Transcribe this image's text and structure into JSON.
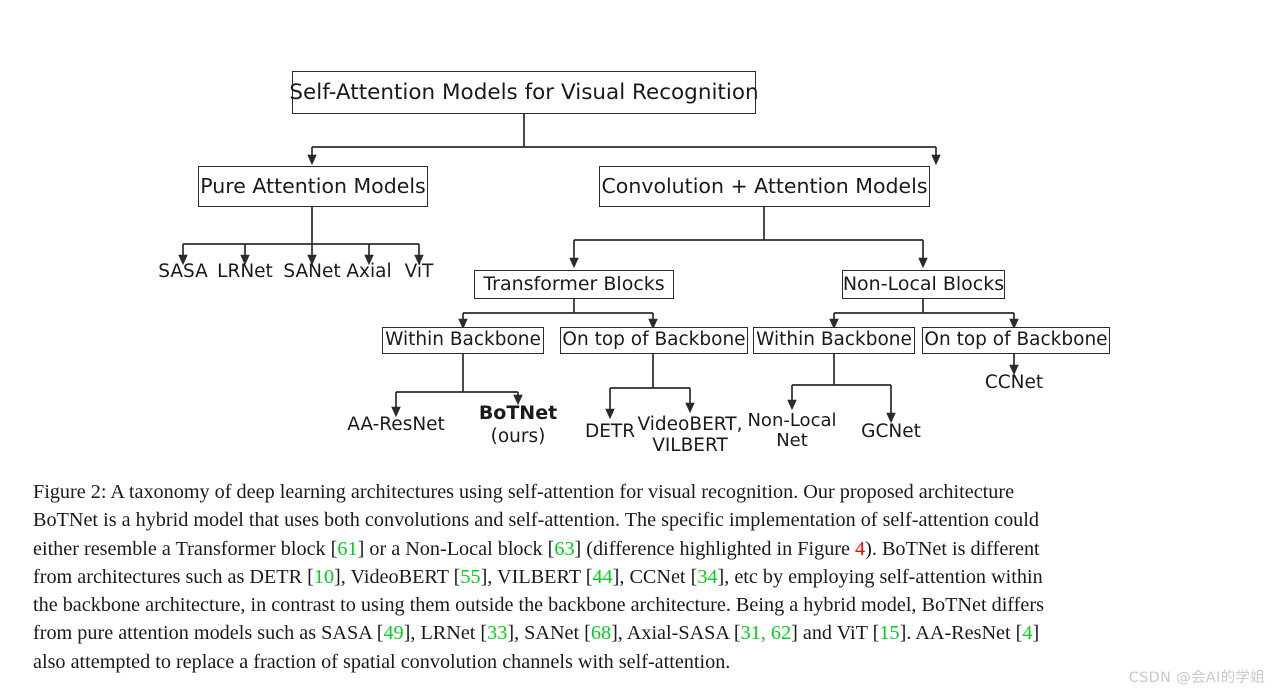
{
  "figure": {
    "caption_label": "Figure 2:",
    "watermark": "CSDN @会AI的学姐",
    "colors": {
      "reference_green": "#00d11a",
      "reference_red": "#ff0000",
      "box_border": "#2b2b2b",
      "text": "#1a1a1a",
      "background": "#ffffff",
      "watermark": "#c9c9c9"
    }
  },
  "diagram": {
    "type": "taxonomy-tree",
    "root": {
      "label": "Self-Attention Models for Visual Recognition"
    },
    "level2": [
      {
        "label": "Pure Attention Models"
      },
      {
        "label": "Convolution + Attention Models"
      }
    ],
    "pure_attention_leaves": [
      {
        "label": "SASA"
      },
      {
        "label": "LRNet"
      },
      {
        "label": "SANet"
      },
      {
        "label": "Axial"
      },
      {
        "label": "ViT"
      }
    ],
    "level3": [
      {
        "label": "Transformer Blocks"
      },
      {
        "label": "Non-Local Blocks"
      }
    ],
    "level4": [
      {
        "label": "Within Backbone",
        "parent": "Transformer Blocks"
      },
      {
        "label": "On top of Backbone",
        "parent": "Transformer Blocks"
      },
      {
        "label": "Within Backbone",
        "parent": "Non-Local Blocks"
      },
      {
        "label": "On top of Backbone",
        "parent": "Non-Local Blocks"
      }
    ],
    "leaves": [
      {
        "label": "AA-ResNet",
        "bold": false,
        "parent": "Transformer / Within Backbone"
      },
      {
        "label": "BoTNet",
        "sub": "(ours)",
        "bold": true,
        "parent": "Transformer / Within Backbone"
      },
      {
        "label": "DETR",
        "bold": false,
        "parent": "Transformer / On top of Backbone"
      },
      {
        "label": "VideoBERT,",
        "sub": "VILBERT",
        "bold": false,
        "parent": "Transformer / On top of Backbone"
      },
      {
        "label": "Non-Local",
        "sub": "Net",
        "bold": false,
        "parent": "Non-Local / Within Backbone"
      },
      {
        "label": "GCNet",
        "bold": false,
        "parent": "Non-Local / Within Backbone"
      },
      {
        "label": "CCNet",
        "bold": false,
        "parent": "Non-Local / On top of Backbone"
      }
    ]
  },
  "caption": {
    "lines": [
      [
        {
          "t": "Figure 2: A taxonomy of deep learning architectures using self-attention for visual recognition. Our proposed architecture",
          "c": ""
        }
      ],
      [
        {
          "t": "BoTNet is a hybrid model that uses both convolutions and self-attention. The specific implementation of self-attention could",
          "c": ""
        }
      ],
      [
        {
          "t": "either resemble a Transformer block [",
          "c": ""
        },
        {
          "t": "61",
          "c": "ref-green"
        },
        {
          "t": "] or a Non-Local block [",
          "c": ""
        },
        {
          "t": "63",
          "c": "ref-green"
        },
        {
          "t": "] (difference highlighted in Figure ",
          "c": ""
        },
        {
          "t": "4",
          "c": "ref-red"
        },
        {
          "t": "). BoTNet is different",
          "c": ""
        }
      ],
      [
        {
          "t": "from architectures such as DETR [",
          "c": ""
        },
        {
          "t": "10",
          "c": "ref-green"
        },
        {
          "t": "], VideoBERT [",
          "c": ""
        },
        {
          "t": "55",
          "c": "ref-green"
        },
        {
          "t": "], VILBERT [",
          "c": ""
        },
        {
          "t": "44",
          "c": "ref-green"
        },
        {
          "t": "], CCNet [",
          "c": ""
        },
        {
          "t": "34",
          "c": "ref-green"
        },
        {
          "t": "], etc by employing self-attention within",
          "c": ""
        }
      ],
      [
        {
          "t": "the backbone architecture, in contrast to using them outside the backbone architecture. Being a hybrid model, BoTNet differs",
          "c": ""
        }
      ],
      [
        {
          "t": "from pure attention models such as SASA [",
          "c": ""
        },
        {
          "t": "49",
          "c": "ref-green"
        },
        {
          "t": "], LRNet [",
          "c": ""
        },
        {
          "t": "33",
          "c": "ref-green"
        },
        {
          "t": "], SANet [",
          "c": ""
        },
        {
          "t": "68",
          "c": "ref-green"
        },
        {
          "t": "], Axial-SASA [",
          "c": ""
        },
        {
          "t": "31, 62",
          "c": "ref-green"
        },
        {
          "t": "] and ViT [",
          "c": ""
        },
        {
          "t": "15",
          "c": "ref-green"
        },
        {
          "t": "].  AA-ResNet [",
          "c": ""
        },
        {
          "t": "4",
          "c": "ref-green"
        },
        {
          "t": "]",
          "c": ""
        }
      ],
      [
        {
          "t": "also attempted to replace a fraction of spatial convolution channels with self-attention.",
          "c": ""
        }
      ]
    ]
  }
}
